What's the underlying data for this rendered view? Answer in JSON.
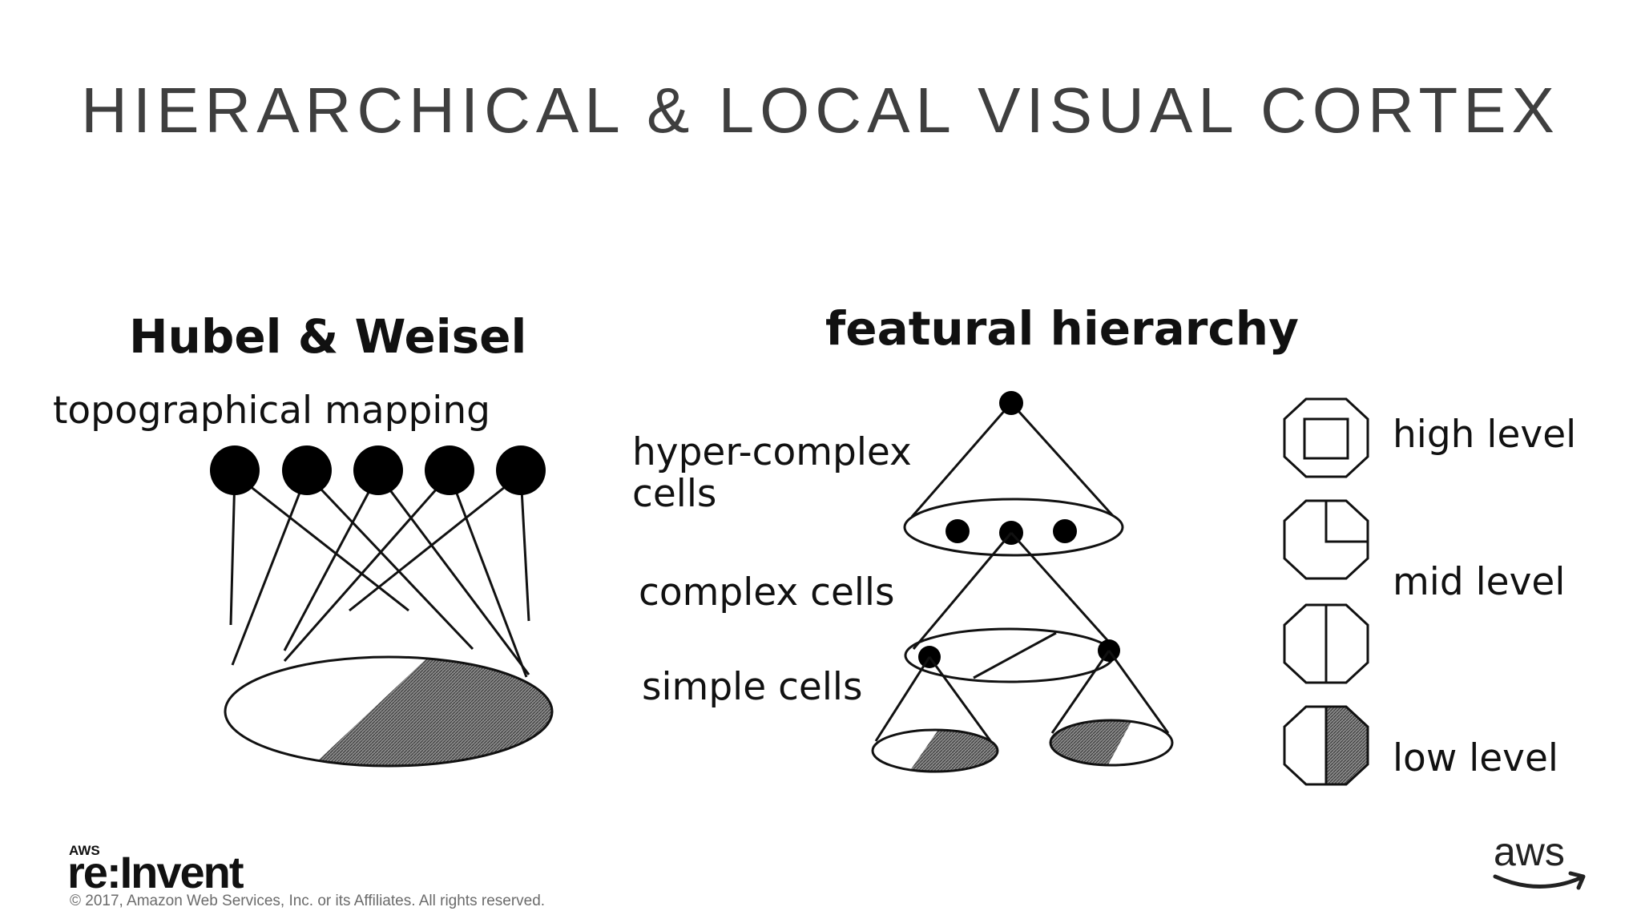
{
  "slide": {
    "title": "HIERARCHICAL & LOCAL VISUAL CORTEX"
  },
  "left_panel": {
    "heading": "Hubel & Weisel",
    "subheading": "topographical mapping"
  },
  "right_panel": {
    "heading": "featural hierarchy",
    "labels": {
      "hyper_complex_line1": "hyper-complex",
      "hyper_complex_line2": "cells",
      "complex": "complex cells",
      "simple": "simple cells"
    }
  },
  "legend": {
    "high": "high level",
    "mid": "mid level",
    "low": "low level"
  },
  "footer": {
    "copyright": "© 2017, Amazon Web Services, Inc. or its Affiliates. All rights reserved.",
    "event_logo_small": "AWS",
    "event_logo_text": "re:Invent",
    "brand_logo_text": "aws"
  }
}
